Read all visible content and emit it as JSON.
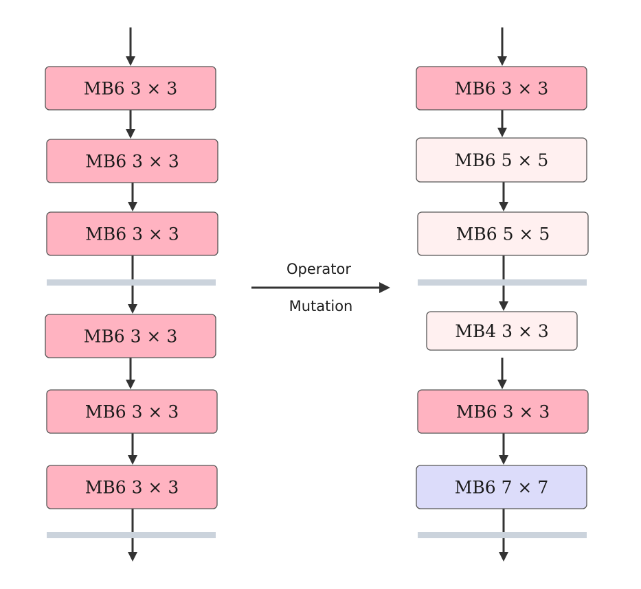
{
  "colors": {
    "pink": "#ffb3c1",
    "light_pink": "#fff0f0",
    "lavender": "#dcdcfa",
    "separator": "#cbd3dc",
    "line": "#333333"
  },
  "mutation": {
    "line1": "Operator",
    "line2": "Mutation"
  },
  "left_column": {
    "blocks": [
      {
        "label": "MB6 3 × 3",
        "color": "pink"
      },
      {
        "label": "MB6 3 × 3",
        "color": "pink"
      },
      {
        "label": "MB6 3 × 3",
        "color": "pink"
      },
      {
        "label": "MB6 3 × 3",
        "color": "pink"
      },
      {
        "label": "MB6 3 × 3",
        "color": "pink"
      },
      {
        "label": "MB6 3 × 3",
        "color": "pink"
      }
    ]
  },
  "right_column": {
    "blocks": [
      {
        "label": "MB6 3 × 3",
        "color": "pink"
      },
      {
        "label": "MB6 5 × 5",
        "color": "light_pink"
      },
      {
        "label": "MB6 5 × 5",
        "color": "light_pink"
      },
      {
        "label": "MB4 3 × 3",
        "color": "light_pink"
      },
      {
        "label": "MB6 3 × 3",
        "color": "pink"
      },
      {
        "label": "MB6 7 × 7",
        "color": "lavender"
      }
    ]
  }
}
